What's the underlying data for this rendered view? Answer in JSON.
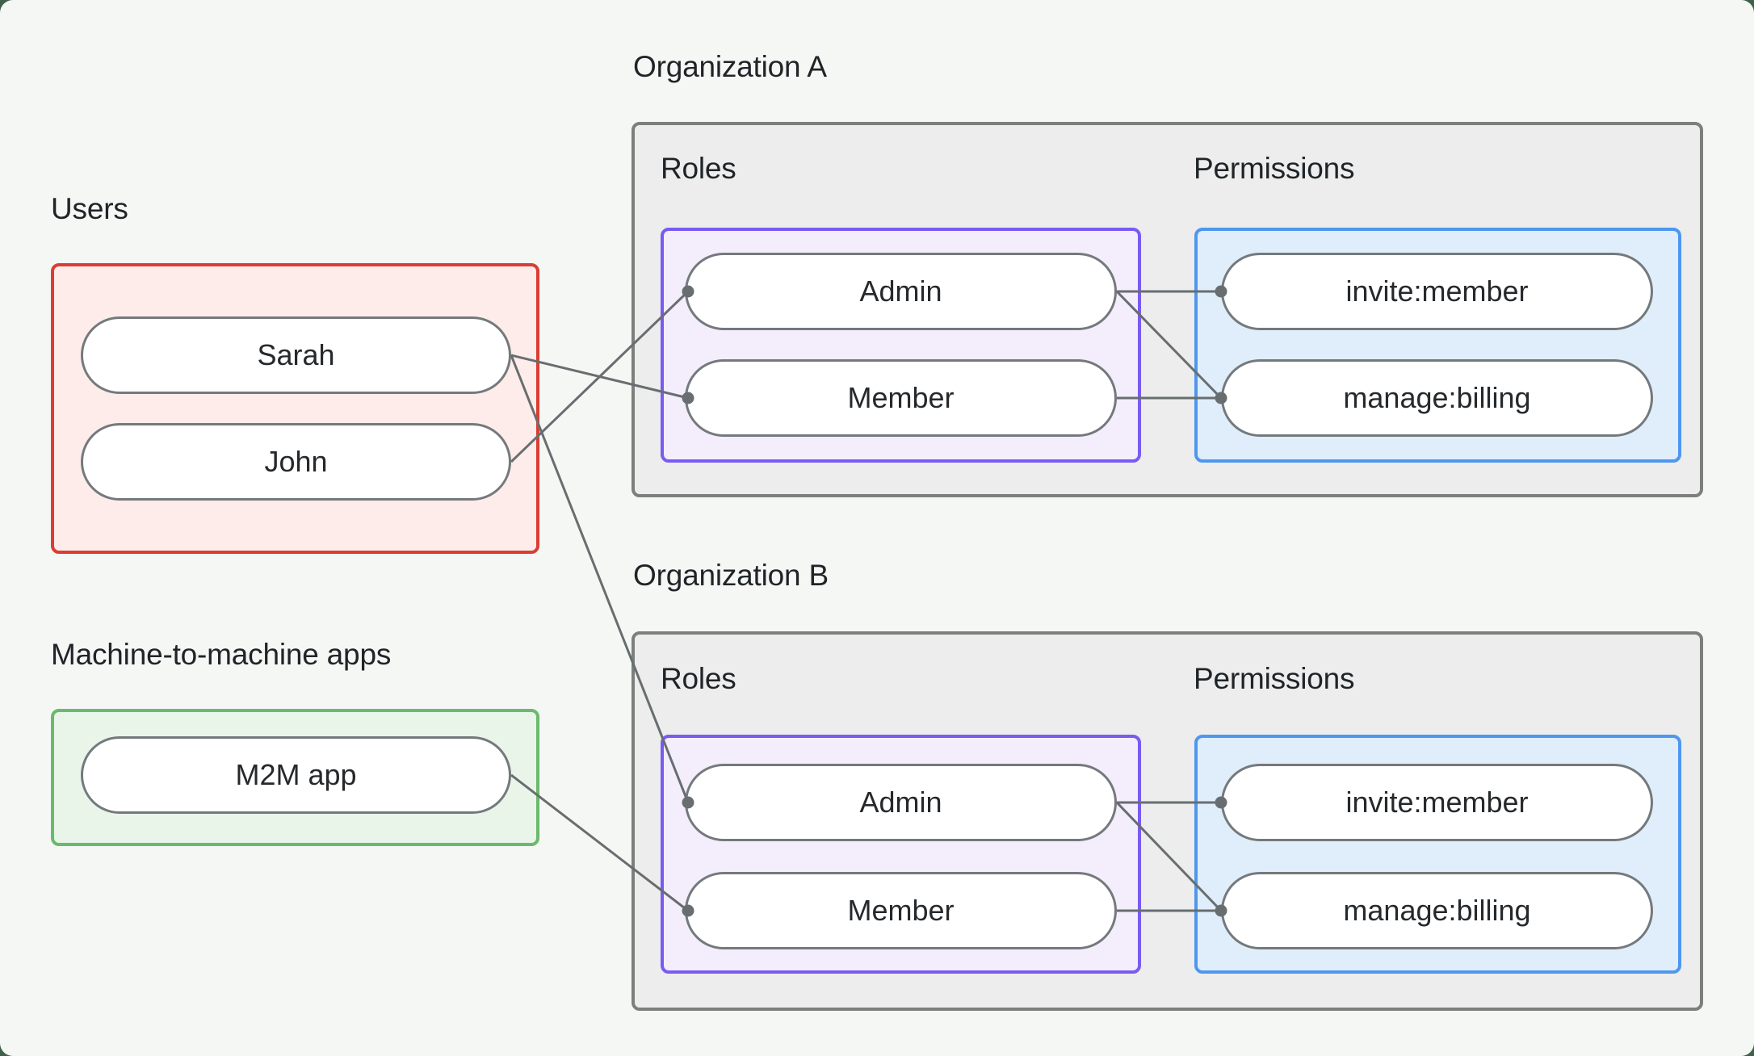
{
  "page": {
    "background": "#f5f7f4",
    "backdrop": "#3f604b"
  },
  "colors": {
    "users_border": "#da3d33",
    "users_fill": "#fdecea",
    "m2m_border": "#6bb96e",
    "m2m_fill": "#e9f5e9",
    "org_border": "#7b807d",
    "org_fill": "#ecedec",
    "roles_border": "#7a5bf2",
    "roles_fill": "#f3edfc",
    "permissions_border": "#4f96ef",
    "permissions_fill": "#dfeefa",
    "line": "#686d70",
    "pill_border": "#74797c"
  },
  "users_section": {
    "label": "Users",
    "items": [
      {
        "label": "Sarah"
      },
      {
        "label": "John"
      }
    ]
  },
  "m2m_section": {
    "label": "Machine-to-machine apps",
    "items": [
      {
        "label": "M2M app"
      }
    ]
  },
  "org_a": {
    "label": "Organization A",
    "roles_label": "Roles",
    "permissions_label": "Permissions",
    "roles": [
      {
        "label": "Admin"
      },
      {
        "label": "Member"
      }
    ],
    "permissions": [
      {
        "label": "invite:member"
      },
      {
        "label": "manage:billing"
      }
    ]
  },
  "org_b": {
    "label": "Organization B",
    "roles_label": "Roles",
    "permissions_label": "Permissions",
    "roles": [
      {
        "label": "Admin"
      },
      {
        "label": "Member"
      }
    ],
    "permissions": [
      {
        "label": "invite:member"
      },
      {
        "label": "manage:billing"
      }
    ]
  },
  "connections": {
    "edges": [
      {
        "from": "sarah",
        "to": "org_a_member"
      },
      {
        "from": "john",
        "to": "org_a_admin"
      },
      {
        "from": "sarah",
        "to": "org_b_admin"
      },
      {
        "from": "m2m_app",
        "to": "org_b_member"
      },
      {
        "from": "org_a_admin",
        "to": "org_a_invite_member"
      },
      {
        "from": "org_a_admin",
        "to": "org_a_manage_billing"
      },
      {
        "from": "org_a_member",
        "to": "org_a_manage_billing"
      },
      {
        "from": "org_b_admin",
        "to": "org_b_invite_member"
      },
      {
        "from": "org_b_admin",
        "to": "org_b_manage_billing"
      },
      {
        "from": "org_b_member",
        "to": "org_b_manage_billing"
      }
    ]
  }
}
